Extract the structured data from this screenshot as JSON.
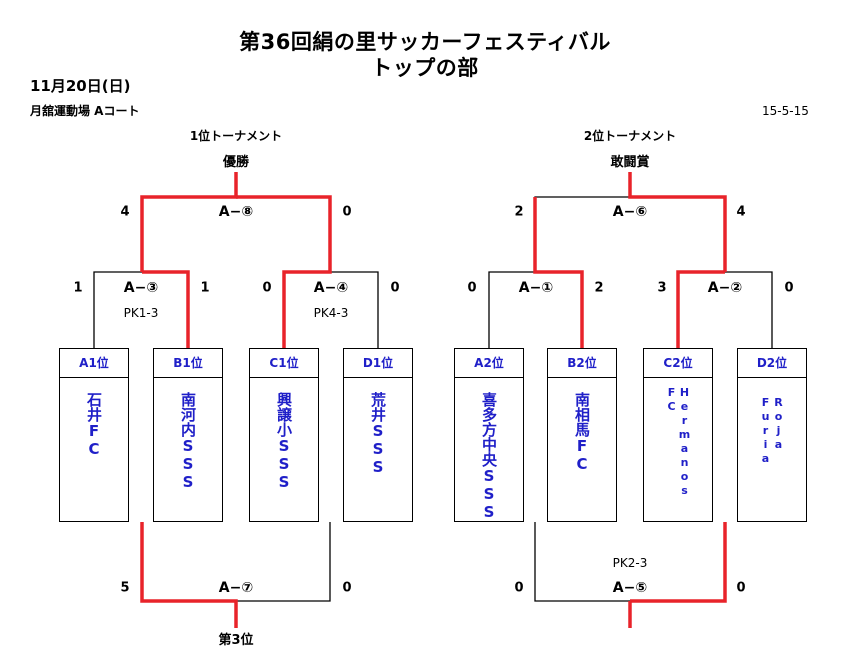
{
  "header": {
    "title_line1": "第36回絹の里サッカーフェスティバル",
    "title_line2": "トップの部",
    "date": "11月20日(日)",
    "venue": "月舘運動場 Aコート",
    "doc_id": "15-5-15"
  },
  "left_bracket": {
    "section_label": "1位トーナメント",
    "top_label": "優勝",
    "bottom_label": "第3位",
    "final": {
      "label": "A−⑧",
      "score_left": "4",
      "score_right": "0"
    },
    "semi_left": {
      "label": "A−③",
      "score_left": "1",
      "score_right": "1",
      "pk": "PK1-3"
    },
    "semi_right": {
      "label": "A−④",
      "score_left": "0",
      "score_right": "0",
      "pk": "PK4-3"
    },
    "third_place": {
      "label": "A−⑦",
      "score_left": "5",
      "score_right": "0"
    }
  },
  "right_bracket": {
    "section_label": "2位トーナメント",
    "top_label": "敢闘賞",
    "final": {
      "label": "A−⑥",
      "score_left": "2",
      "score_right": "4"
    },
    "semi_left": {
      "label": "A−①",
      "score_left": "0",
      "score_right": "2"
    },
    "semi_right": {
      "label": "A−②",
      "score_left": "3",
      "score_right": "0"
    },
    "bottom_match": {
      "label": "A−⑤",
      "score_left": "0",
      "score_right": "0",
      "pk": "PK2-3"
    }
  },
  "teams": [
    {
      "rank": "A1位",
      "name": "石井FC"
    },
    {
      "rank": "B1位",
      "name": "南河内SSS"
    },
    {
      "rank": "C1位",
      "name": "興譲小SSS"
    },
    {
      "rank": "D1位",
      "name": "荒井SSS"
    },
    {
      "rank": "A2位",
      "name": "喜多方中央SSS"
    },
    {
      "rank": "B2位",
      "name": "南相馬FC"
    },
    {
      "rank": "C2位",
      "name": "Hermanos FC"
    },
    {
      "rank": "D2位",
      "name": "Roja Furia"
    }
  ],
  "colors": {
    "winner_line": "#e8232a",
    "line": "#000000",
    "team_text": "#1f1fc8"
  }
}
